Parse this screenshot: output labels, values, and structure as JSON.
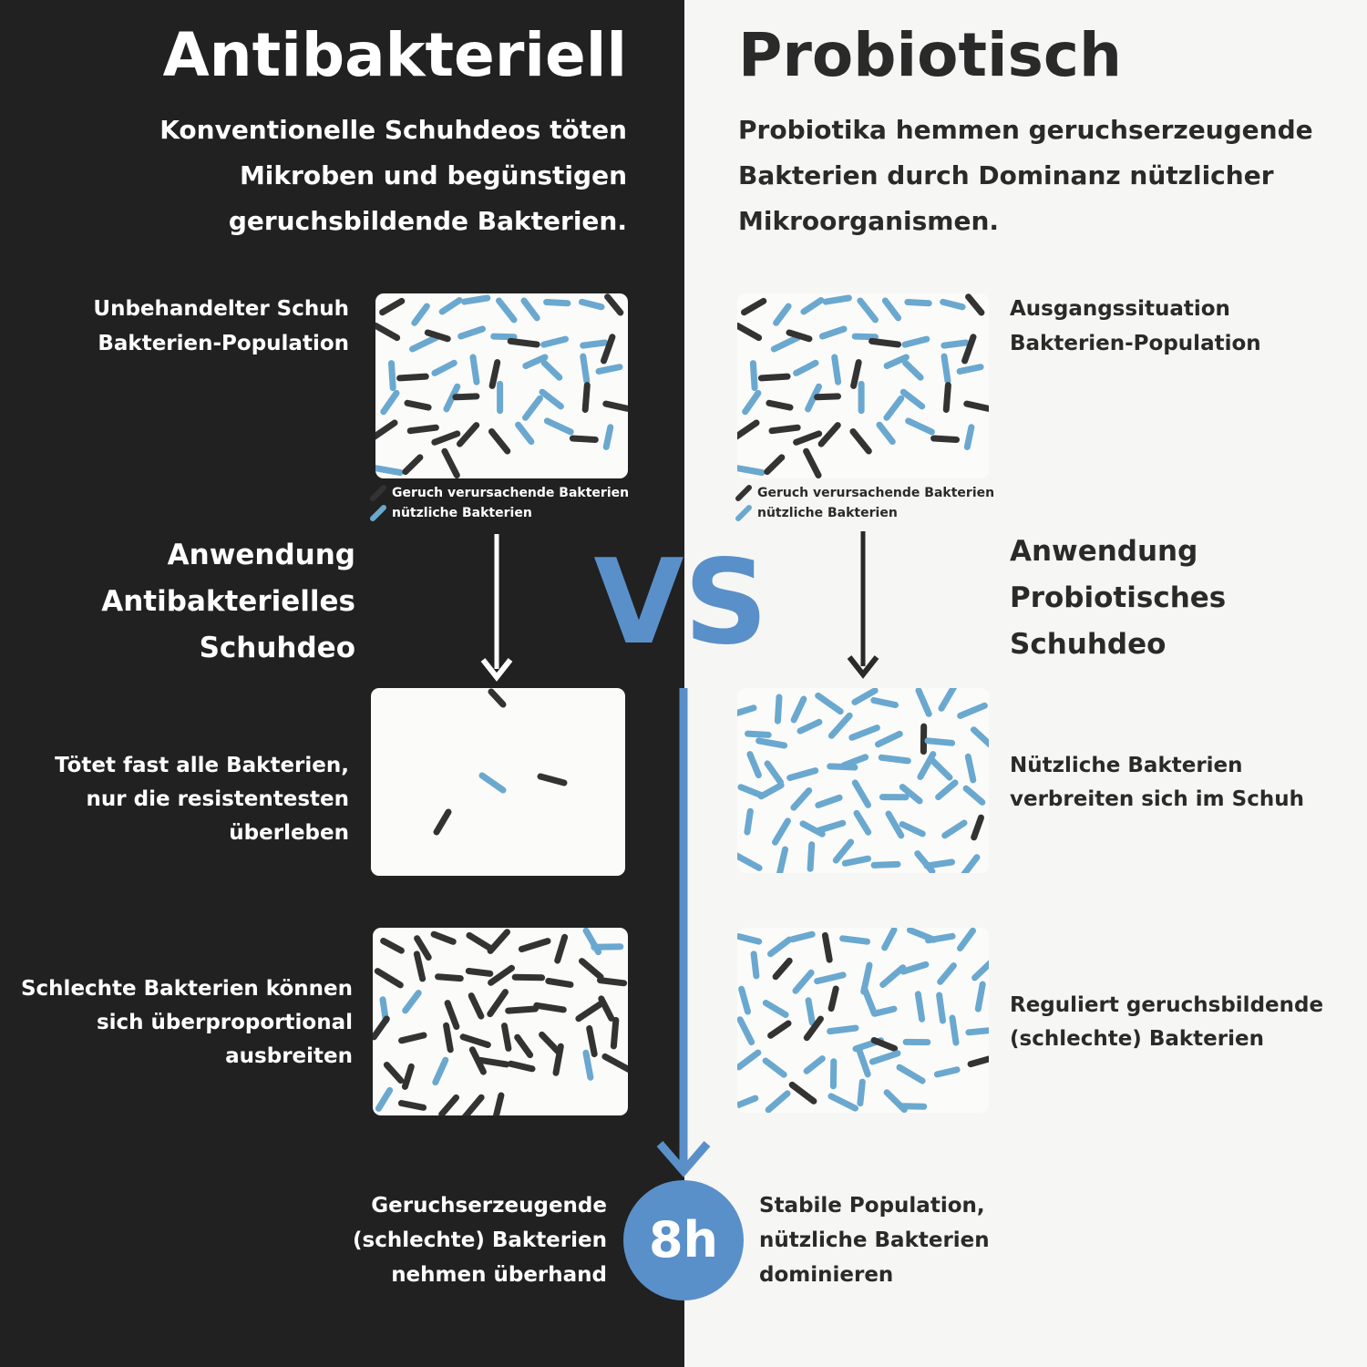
{
  "colors": {
    "left_bg": "#212121",
    "right_bg": "#f6f6f4",
    "bad_bacteria": "#333333",
    "good_bacteria": "#6aa8cf",
    "accent": "#5a90c9"
  },
  "left": {
    "title": "Antibakteriell",
    "subtitle": [
      "Konventionelle Schuhdeos töten",
      "Mikroben und begünstigen",
      "geruchsbildende Bakterien."
    ],
    "step1_label": [
      "Unbehandelter Schuh",
      "Bakterien-Population"
    ],
    "application": [
      "Anwendung",
      "Antibakterielles",
      "Schuhdeo"
    ],
    "step2_label": [
      "Tötet fast alle Bakterien,",
      "nur die resistentesten",
      "überleben"
    ],
    "step3_label": [
      "Schlechte Bakterien können",
      "sich überproportional",
      "ausbreiten"
    ],
    "result": [
      "Geruchserzeugende",
      "(schlechte) Bakterien",
      "nehmen überhand"
    ]
  },
  "right": {
    "title": "Probiotisch",
    "subtitle": [
      "Probiotika hemmen geruchserzeugende",
      "Bakterien durch Dominanz nützlicher",
      "Mikroorganismen."
    ],
    "step1_label": [
      "Ausgangssituation",
      "Bakterien-Population"
    ],
    "application": [
      "Anwendung",
      "Probiotisches",
      "Schuhdeo"
    ],
    "step2_label": [
      "Nützliche Bakterien",
      "verbreiten sich im Schuh"
    ],
    "step3_label": [
      "Reguliert geruchsbildende",
      "(schlechte) Bakterien"
    ],
    "result": [
      "Stabile Population,",
      "nützliche Bakterien",
      "dominieren"
    ]
  },
  "legend": {
    "bad": "Geruch verursachende Bakterien",
    "good": "nützliche Bakterien"
  },
  "vs_label": "VS",
  "time_label": "8h"
}
